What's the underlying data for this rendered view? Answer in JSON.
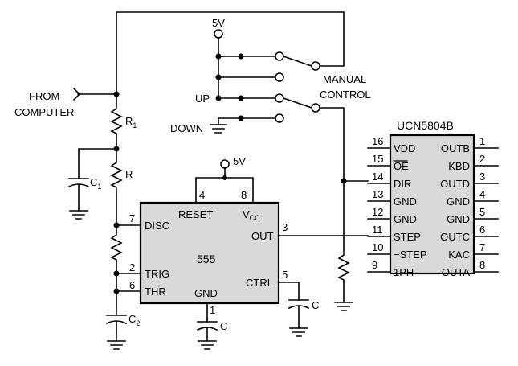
{
  "labels": {
    "from_computer_1": "FROM",
    "from_computer_2": "COMPUTER",
    "supply_top": "5V",
    "supply_555": "5V",
    "manual_1": "MANUAL",
    "manual_2": "CONTROL",
    "up": "UP",
    "down": "DOWN",
    "r1": "R",
    "r1_sub": "1",
    "r": "R",
    "c1": "C",
    "c1_sub": "1",
    "c2": "C",
    "c2_sub": "2",
    "c_gnd": "C",
    "c_ctrl": "C"
  },
  "timer": {
    "name": "555",
    "pins": {
      "reset": "RESET",
      "reset_num": "4",
      "vcc": "V",
      "vcc_sub": "CC",
      "vcc_num": "8",
      "disc": "DISC",
      "disc_num": "7",
      "out": "OUT",
      "out_num": "3",
      "trig": "TRIG",
      "trig_num": "2",
      "thr": "THR",
      "thr_num": "6",
      "gnd": "GND",
      "gnd_num": "1",
      "ctrl": "CTRL",
      "ctrl_num": "5"
    }
  },
  "driver": {
    "name": "UCN5804B",
    "left_pins": [
      {
        "num": "16",
        "name": "VDD"
      },
      {
        "num": "15",
        "name": "OE"
      },
      {
        "num": "14",
        "name": "DIR"
      },
      {
        "num": "13",
        "name": "GND"
      },
      {
        "num": "12",
        "name": "GND"
      },
      {
        "num": "11",
        "name": "STEP"
      },
      {
        "num": "10",
        "name": "−STEP"
      },
      {
        "num": "9",
        "name": "1PH"
      }
    ],
    "right_pins": [
      {
        "num": "1",
        "name": "OUTB"
      },
      {
        "num": "2",
        "name": "KBD"
      },
      {
        "num": "3",
        "name": "OUTD"
      },
      {
        "num": "4",
        "name": "GND"
      },
      {
        "num": "5",
        "name": "GND"
      },
      {
        "num": "6",
        "name": "OUTC"
      },
      {
        "num": "7",
        "name": "KAC"
      },
      {
        "num": "8",
        "name": "OUTA"
      }
    ]
  }
}
